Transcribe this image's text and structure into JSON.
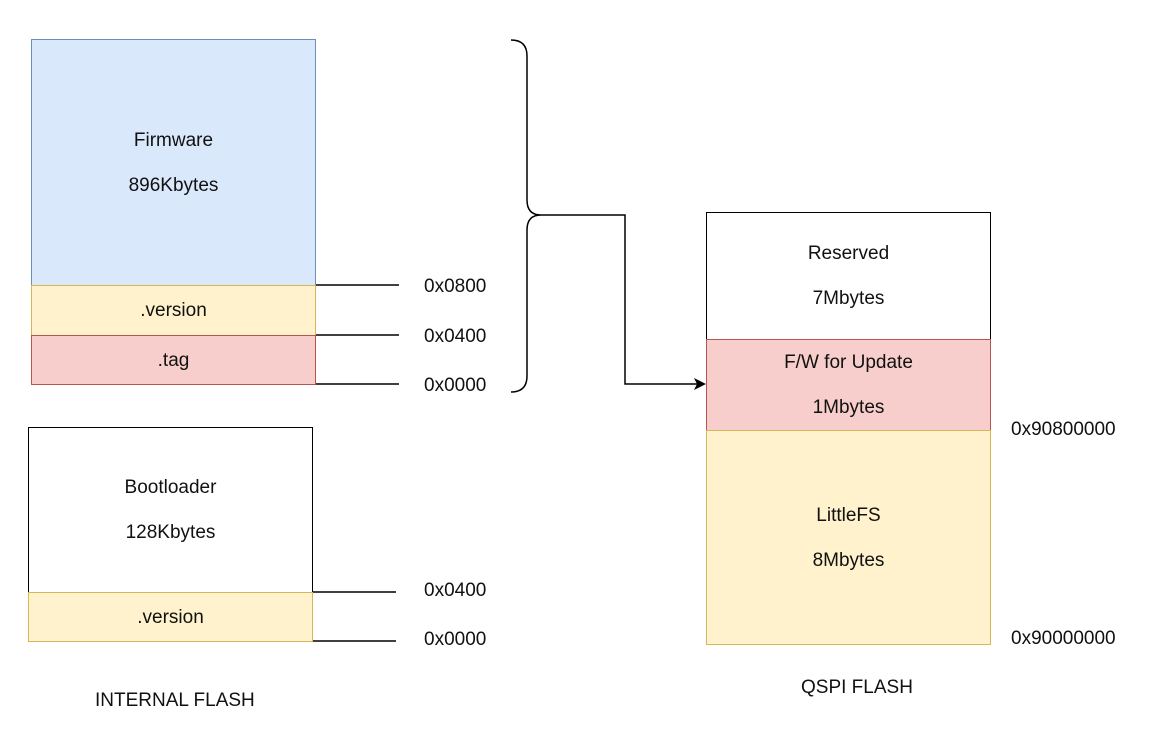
{
  "internal_flash": {
    "caption": "INTERNAL FLASH",
    "firmware": {
      "name": "Firmware",
      "size": "896Kbytes"
    },
    "fw_version": {
      "name": ".version"
    },
    "fw_tag": {
      "name": ".tag"
    },
    "fw_addresses": [
      "0x0800",
      "0x0400",
      "0x0000"
    ],
    "bootloader": {
      "name": "Bootloader",
      "size": "128Kbytes"
    },
    "bl_version": {
      "name": ".version"
    },
    "bl_addresses": [
      "0x0400",
      "0x0000"
    ]
  },
  "qspi_flash": {
    "caption": "QSPI FLASH",
    "reserved": {
      "name": "Reserved",
      "size": "7Mbytes"
    },
    "fw_update": {
      "name": "F/W for Update",
      "size": "1Mbytes"
    },
    "littlefs": {
      "name": "LittleFS",
      "size": "8Mbytes"
    },
    "addresses": [
      "0x90800000",
      "0x90000000"
    ]
  },
  "colors": {
    "firmware_fill": "#dae8fc",
    "firmware_border": "#6c8ebf",
    "version_fill": "#fff2cc",
    "version_border": "#d6b656",
    "tag_fill": "#f8cecc",
    "tag_border": "#b85450",
    "plain_fill": "#ffffff",
    "plain_border": "#000000"
  }
}
